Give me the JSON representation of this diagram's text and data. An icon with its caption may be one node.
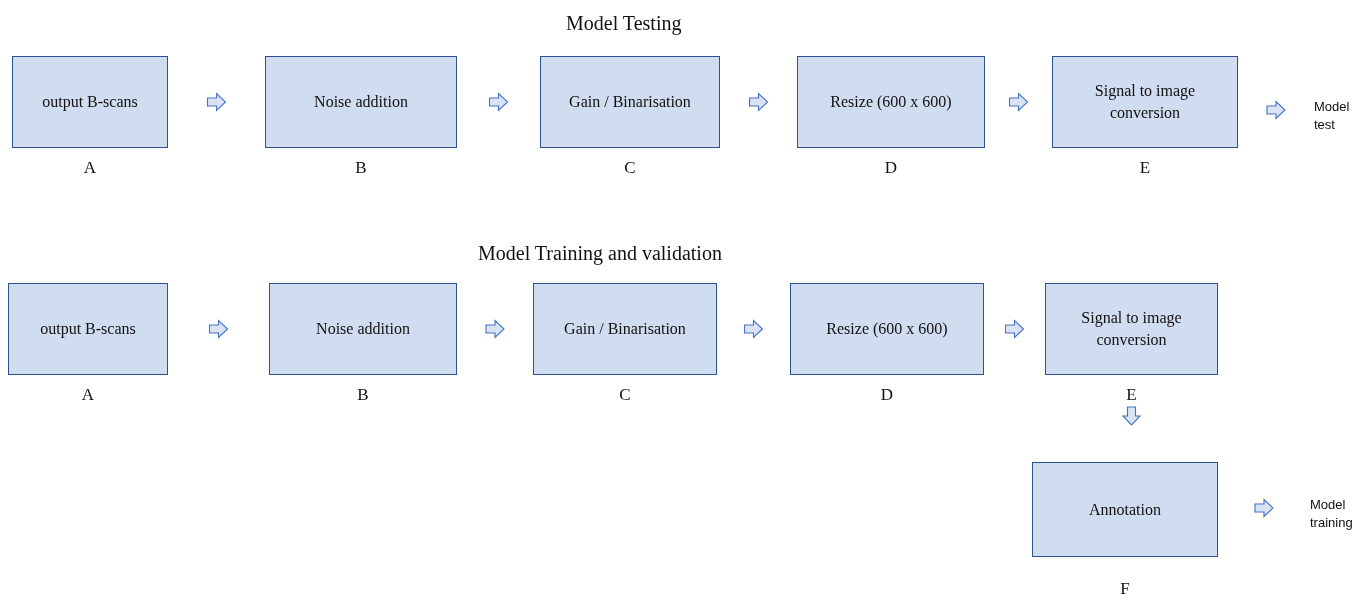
{
  "diagram": {
    "nodes": [
      {
        "text": [
          "output B-scans"
        ],
        "beside": [
          "A"
        ]
      },
      {
        "text": [
          "Noise addition"
        ],
        "beside": [
          "B"
        ]
      },
      {
        "text": [
          "Gain / Binarisation"
        ],
        "beside": [
          "C"
        ]
      },
      {
        "text": [
          "Resize (600 x 600)"
        ],
        "beside": [
          "D"
        ]
      },
      {
        "text": [
          "Signal to image conversion"
        ],
        "beside": [
          "E"
        ]
      },
      {
        "text": [
          "Model test"
        ]
      },
      {
        "text": [
          "output B-scans"
        ],
        "beside": [
          "A"
        ]
      },
      {
        "text": [
          "Noise addition"
        ],
        "beside": [
          "B"
        ]
      },
      {
        "text": [
          "Gain / Binarisation"
        ],
        "beside": [
          "C"
        ]
      },
      {
        "text": [
          "Resize (600 x 600)"
        ],
        "beside": [
          "D"
        ]
      },
      {
        "text": [
          "Signal to image conversion"
        ],
        "beside": [
          "E"
        ]
      },
      {
        "text": [
          "Annotation"
        ],
        "beside": [
          "F"
        ]
      },
      {
        "text": [
          "Model training"
        ]
      }
    ],
    "edges": [
      {
        "from": 0,
        "to": 1,
        "arrow": "to"
      },
      {
        "from": 1,
        "to": 2,
        "arrow": "to"
      },
      {
        "from": 2,
        "to": 3,
        "arrow": "to"
      },
      {
        "from": 3,
        "to": 4,
        "arrow": "to"
      },
      {
        "from": 4,
        "to": 5,
        "arrow": "to"
      },
      {
        "from": 6,
        "to": 7,
        "arrow": "to"
      },
      {
        "from": 7,
        "to": 8,
        "arrow": "to"
      },
      {
        "from": 8,
        "to": 9,
        "arrow": "to"
      },
      {
        "from": 9,
        "to": 10,
        "arrow": "to"
      },
      {
        "from": 10,
        "to": 11,
        "arrow": "to"
      },
      {
        "from": 11,
        "to": 12,
        "arrow": "to"
      }
    ],
    "labels": [
      "Model Testing",
      "Model Training and validation"
    ]
  }
}
